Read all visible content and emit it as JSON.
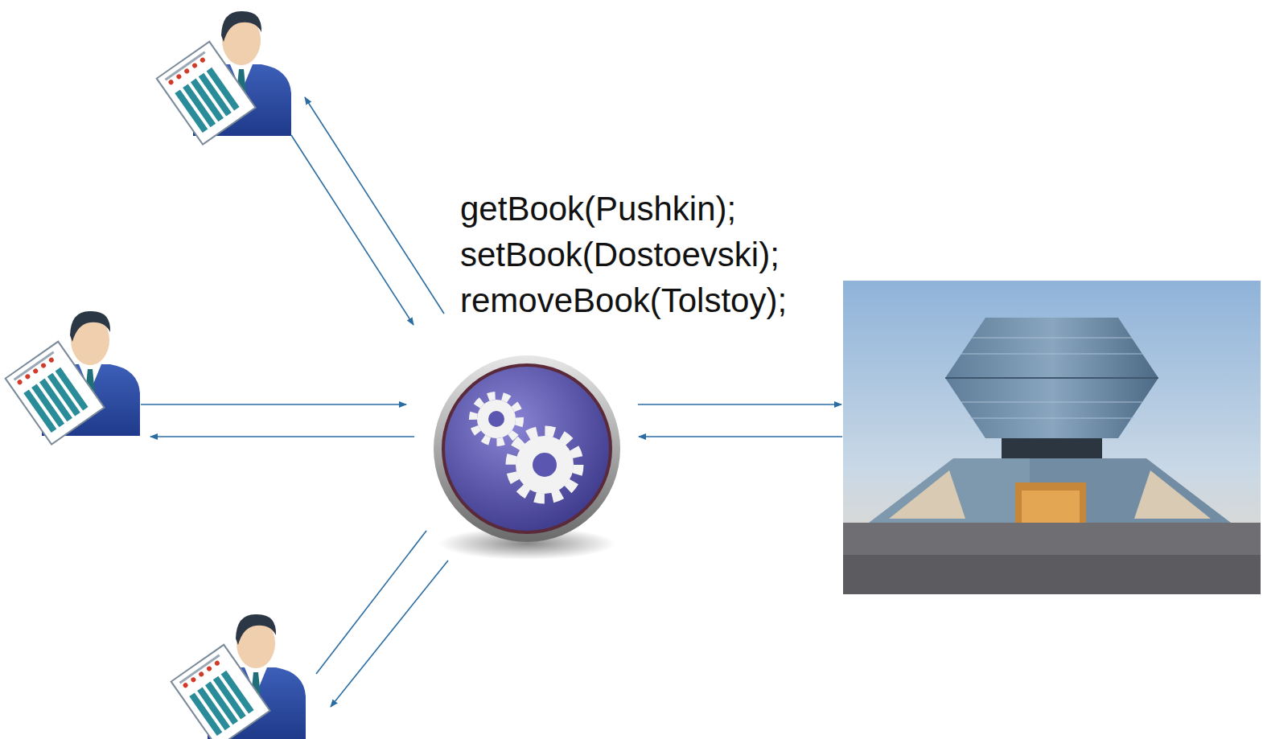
{
  "diagram": {
    "nodes": [
      {
        "text": [
          "getBook(Pushkin);",
          "setBook(Dostoevski);",
          "removeBook(Tolstoy);"
        ]
      }
    ]
  }
}
